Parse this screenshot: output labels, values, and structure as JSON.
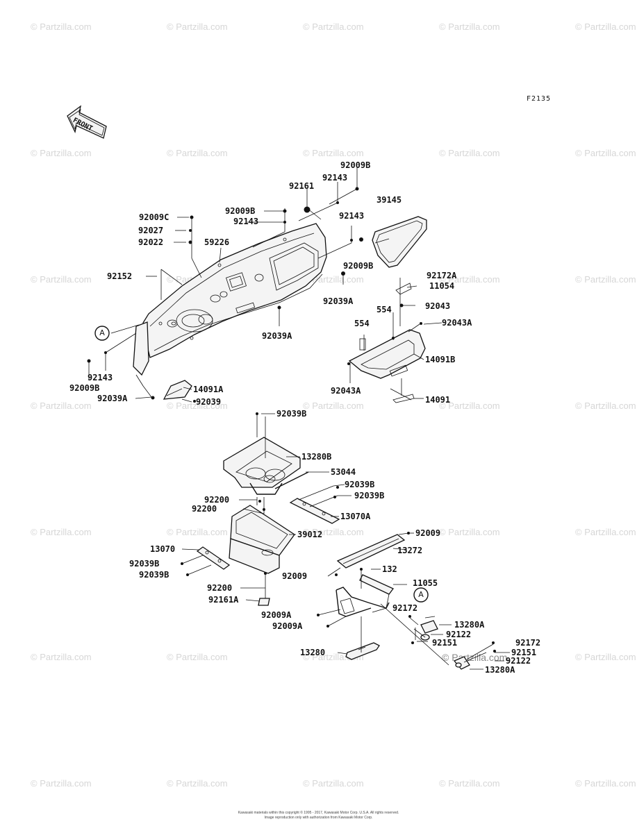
{
  "watermark": {
    "text": "© Partzilla.com",
    "featured_text": "© Partzilla.com"
  },
  "figure_code": "F2135",
  "front_label": "FRONT",
  "callout_letter": "A",
  "footer": {
    "line1": "Kawasaki materials within this copyright © 1995 - 2017, Kawasaki Motor Corp. U.S.A. All rights reserved.",
    "line2": "Image reproduction only with authorization from Kawasaki Motor Corp."
  },
  "labels": {
    "l92009B_top": "92009B",
    "l92143_top": "92143",
    "l92161": "92161",
    "l39145": "39145",
    "l92009C": "92009C",
    "l92009B_mid": "92009B",
    "l92143_mid": "92143",
    "l92027": "92027",
    "l92022": "92022",
    "l59226": "59226",
    "l92143_right": "92143",
    "l92009B_right": "92009B",
    "l92152": "92152",
    "l92039A_right": "92039A",
    "l92172A": "92172A",
    "l11054": "11054",
    "l92043": "92043",
    "l554_a": "554",
    "l92043A_right": "92043A",
    "l554_b": "554",
    "l92039A_mid": "92039A",
    "l14091B": "14091B",
    "l92143_left": "92143",
    "l92009B_left": "92009B",
    "l92039A_left": "92039A",
    "l92043A_left": "92043A",
    "l14091A": "14091A",
    "l92039": "92039",
    "l14091": "14091",
    "l92039B_top": "92039B",
    "l13280B": "13280B",
    "l53044": "53044",
    "l92039B_r1": "92039B",
    "l92039B_r2": "92039B",
    "l92200_a": "92200",
    "l92200_b": "92200",
    "l13070A": "13070A",
    "l39012": "39012",
    "l92009_r": "92009",
    "l13070": "13070",
    "l13272": "13272",
    "l92039B_l1": "92039B",
    "l92039B_l2": "92039B",
    "l92009_l": "92009",
    "l132": "132",
    "l11055": "11055",
    "l92200_c": "92200",
    "l92161A": "92161A",
    "l92172_mid": "92172",
    "l92009A_a": "92009A",
    "l92009A_b": "92009A",
    "l13280A_a": "13280A",
    "l92122_a": "92122",
    "l92151_a": "92151",
    "l92172_r": "92172",
    "l92151_b": "92151",
    "l92122_b": "92122",
    "l13280A_b": "13280A",
    "l13280": "13280"
  }
}
